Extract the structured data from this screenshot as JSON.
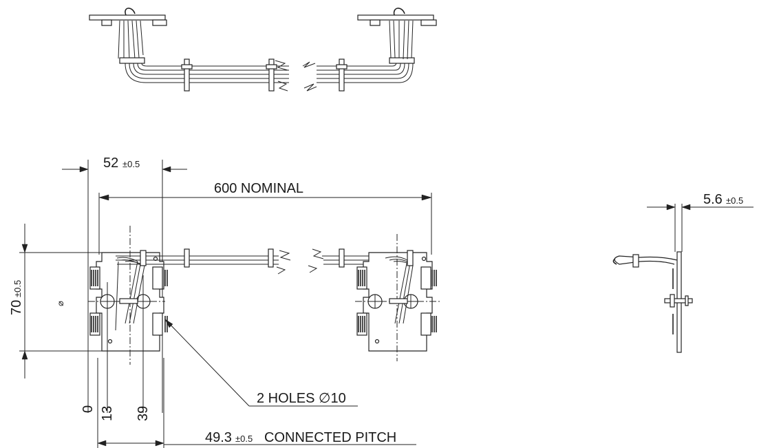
{
  "drawing": {
    "dim_width": {
      "value": "52",
      "tolerance": "±0.5"
    },
    "dim_length": {
      "value": "600 NOMINAL"
    },
    "dim_height": {
      "value": "70",
      "tolerance": "±0.5"
    },
    "dim_thickness": {
      "value": "5.6",
      "tolerance": "±0.5"
    },
    "ordinates": [
      "0",
      "13",
      "39"
    ],
    "holes_callout": "2 HOLES ∅10",
    "pitch": {
      "value": "49.3",
      "tolerance": "±0.5",
      "suffix": "CONNECTED PITCH"
    },
    "small_mark": "⌀"
  }
}
